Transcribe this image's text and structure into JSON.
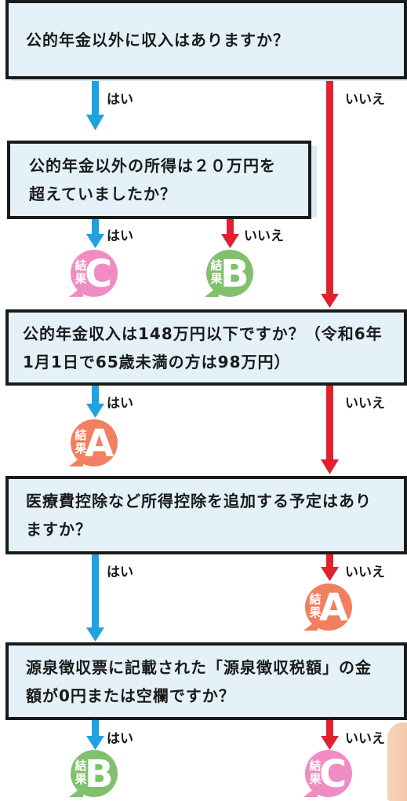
{
  "questions": [
    {
      "text": "公的年金以外に収入はありますか？"
    },
    {
      "text": "公的年金以外の所得は２０万円を超えていましたか？"
    },
    {
      "text": "公的年金収入は148万円以下ですか？（令和6年1月1日で65歳未満の方は98万円）"
    },
    {
      "text": "医療費控除など所得控除を追加する予定はありますか？"
    },
    {
      "text": "源泉徴収票に記載された「源泉徴収税額」の金額が0円または空欄ですか？"
    }
  ],
  "labels": {
    "yes": "はい",
    "no": "いいえ"
  },
  "results": [
    {
      "prefix": "結果",
      "letter": "C",
      "color": "#ef8cc4"
    },
    {
      "prefix": "結果",
      "letter": "B",
      "color": "#80c16e"
    },
    {
      "prefix": "結果",
      "letter": "A",
      "color": "#f08060"
    },
    {
      "prefix": "結果",
      "letter": "A",
      "color": "#f08060"
    },
    {
      "prefix": "結果",
      "letter": "B",
      "color": "#80c16e"
    },
    {
      "prefix": "結果",
      "letter": "C",
      "color": "#ef8cc4"
    }
  ],
  "colors": {
    "yes_arrow": "#1ea3e0",
    "no_arrow": "#e0212e",
    "box_fill": "#e4f1f8",
    "box_border": "#1a1a1a"
  }
}
